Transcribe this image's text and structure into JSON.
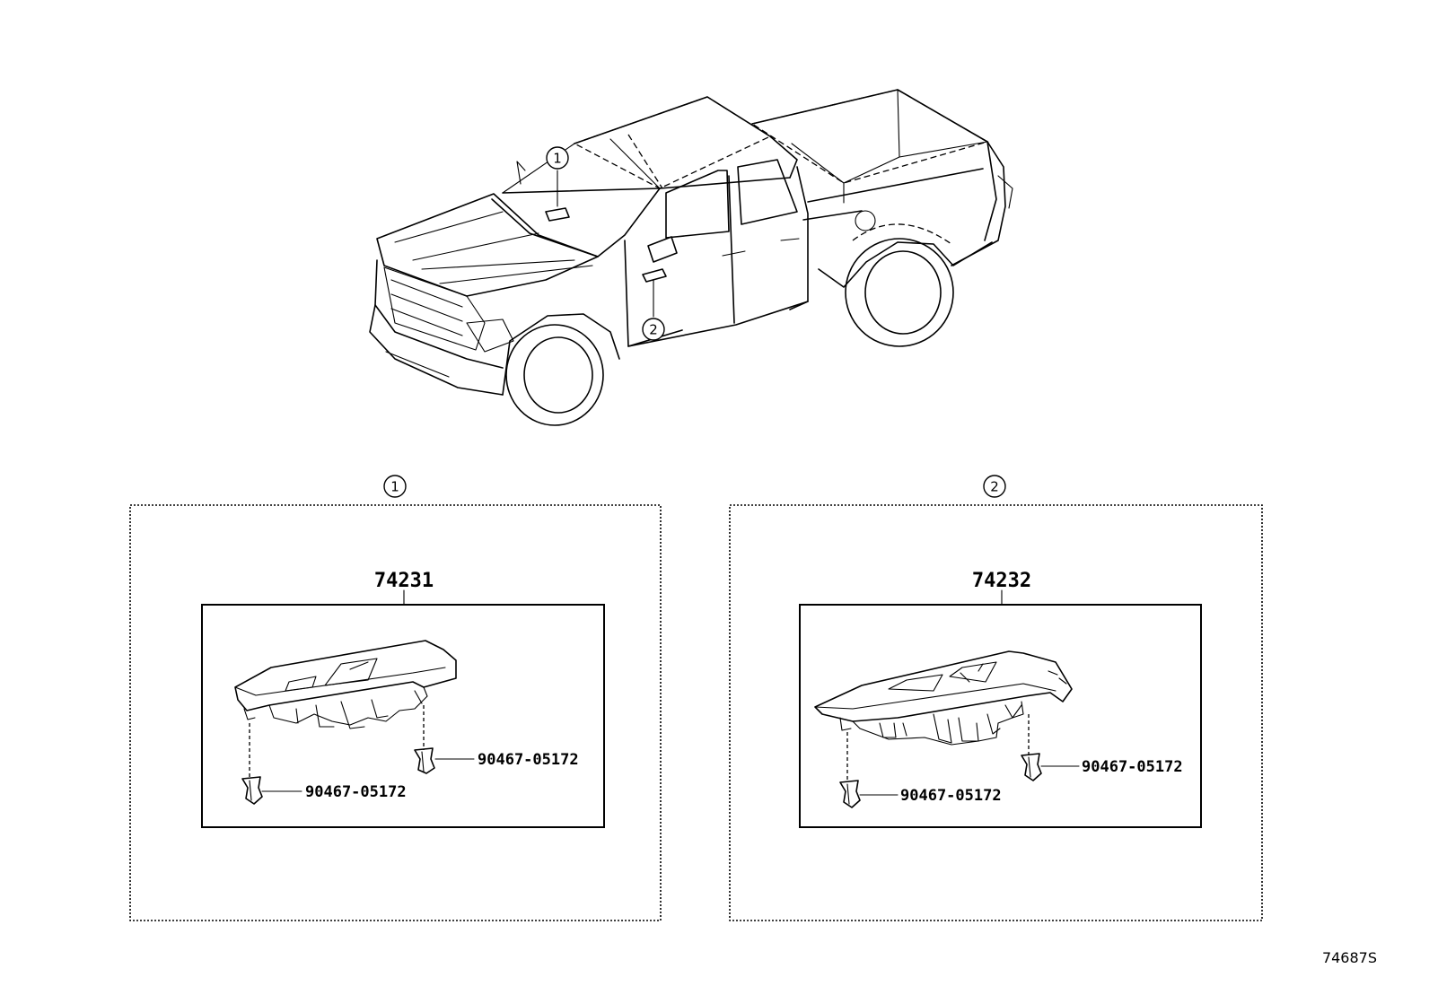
{
  "diagram": {
    "code": "74687S",
    "callouts": [
      {
        "id": "1",
        "label": "1"
      },
      {
        "id": "2",
        "label": "2"
      }
    ],
    "panels": [
      {
        "callout": "1",
        "assembly_part": "74231",
        "clip_parts": [
          "90467-05172",
          "90467-05172"
        ]
      },
      {
        "callout": "2",
        "assembly_part": "74232",
        "clip_parts": [
          "90467-05172",
          "90467-05172"
        ]
      }
    ]
  }
}
